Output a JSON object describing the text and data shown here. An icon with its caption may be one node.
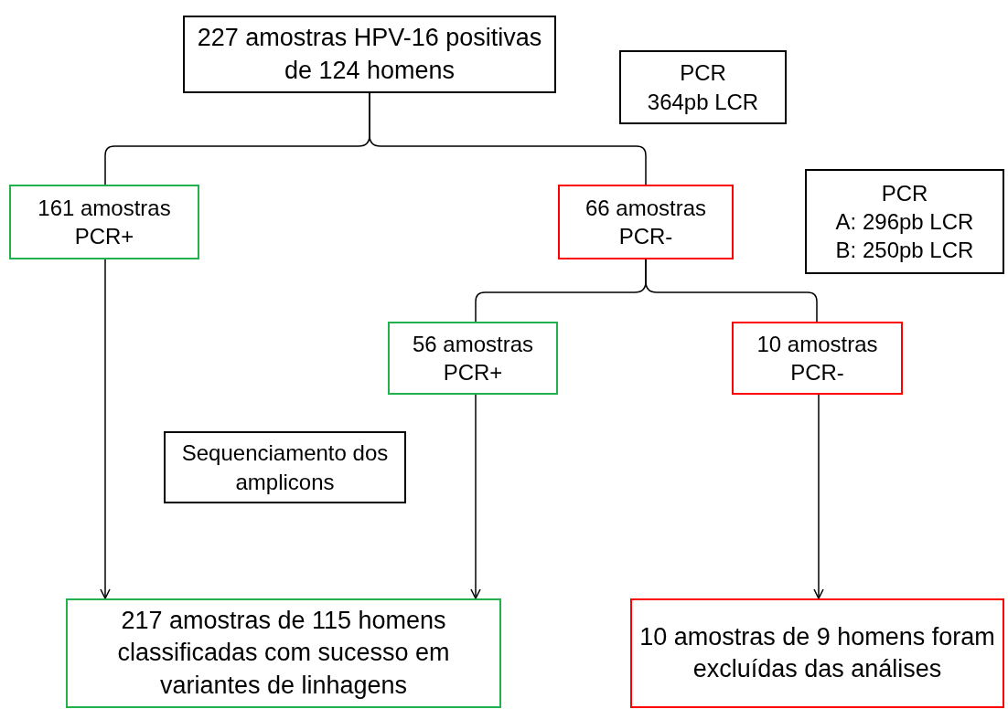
{
  "diagram": {
    "nodes": [
      {
        "text": [
          "227 amostras HPV-16 positivas de 124 homens"
        ]
      },
      {
        "text": [
          "PCR",
          "364pb LCR"
        ]
      },
      {
        "text": [
          "161 amostras PCR+"
        ]
      },
      {
        "text": [
          "66 amostras PCR-"
        ]
      },
      {
        "text": [
          "PCR",
          "A: 296pb LCR",
          "B: 250pb LCR"
        ]
      },
      {
        "text": [
          "56 amostras PCR+"
        ]
      },
      {
        "text": [
          "10 amostras PCR-"
        ]
      },
      {
        "text": [
          "Sequenciamento dos amplicons"
        ]
      },
      {
        "text": [
          "217 amostras de 115 homens classificadas com sucesso em variantes de linhagens"
        ]
      },
      {
        "text": [
          "10 amostras de 9 homens foram excluídas das análises"
        ]
      }
    ],
    "edges": [
      {
        "from": 0,
        "to": 2,
        "arrow": "none"
      },
      {
        "from": 0,
        "to": 3,
        "arrow": "none"
      },
      {
        "from": 3,
        "to": 5,
        "arrow": "none"
      },
      {
        "from": 3,
        "to": 6,
        "arrow": "none"
      },
      {
        "from": 2,
        "to": 8,
        "arrow": "to"
      },
      {
        "from": 5,
        "to": 8,
        "arrow": "to"
      },
      {
        "from": 6,
        "to": 9,
        "arrow": "to"
      }
    ]
  }
}
